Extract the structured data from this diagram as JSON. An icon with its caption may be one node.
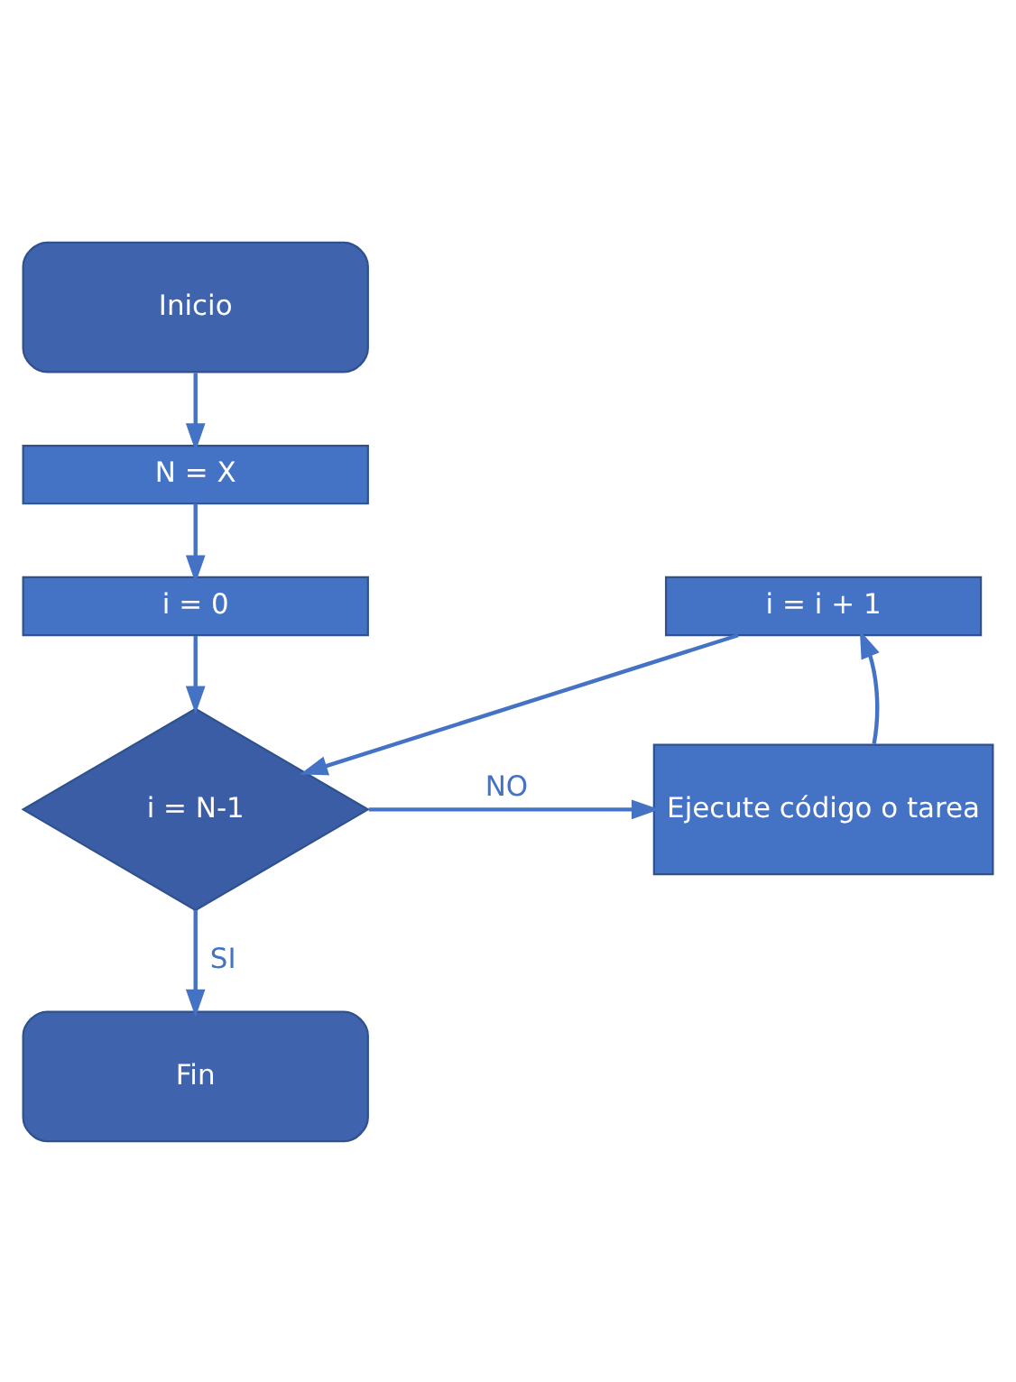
{
  "diagram": {
    "nodes": [
      {
        "text": [
          "Inicio"
        ]
      },
      {
        "text": [
          "N = X"
        ]
      },
      {
        "text": [
          "i = 0"
        ]
      },
      {
        "text": [
          "i = N-1"
        ]
      },
      {
        "text": [
          "Ejecute código o tarea"
        ]
      },
      {
        "text": [
          "i = i + 1"
        ]
      },
      {
        "text": [
          "Fin"
        ]
      }
    ],
    "edges": [
      {
        "from": 0,
        "to": 1,
        "arrow": "to"
      },
      {
        "from": 1,
        "to": 2,
        "arrow": "to"
      },
      {
        "from": 2,
        "to": 3,
        "arrow": "to"
      },
      {
        "from": 3,
        "to": 4,
        "arrow": "to",
        "label": "NO"
      },
      {
        "from": 4,
        "to": 5,
        "arrow": "to"
      },
      {
        "from": 5,
        "to": 3,
        "arrow": "to"
      },
      {
        "from": 3,
        "to": 6,
        "arrow": "to",
        "label": "SI"
      }
    ]
  }
}
